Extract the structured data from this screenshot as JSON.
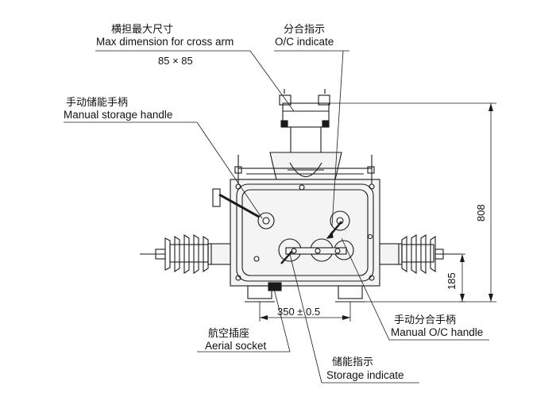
{
  "colors": {
    "ink": "#1a1a1a",
    "body_fill": "#f4f4f4",
    "bg": "#ffffff"
  },
  "callouts": {
    "cross_arm": {
      "zh": "横担最大尺寸",
      "en": "Max dimension for cross arm",
      "value": "85 × 85"
    },
    "oc_indicate": {
      "zh": "分合指示",
      "en": "O/C indicate"
    },
    "storage_handle": {
      "zh": "手动储能手柄",
      "en": "Manual storage handle"
    },
    "oc_handle": {
      "zh": "手动分合手柄",
      "en": "Manual O/C handle"
    },
    "aerial_socket": {
      "zh": "航空插座",
      "en": "Aerial socket"
    },
    "storage_indicate": {
      "zh": "储能指示",
      "en": "Storage indicate"
    }
  },
  "dimensions": {
    "overall_height": "808",
    "base_height": "185",
    "mount_spacing": "350 ± 0.5"
  }
}
